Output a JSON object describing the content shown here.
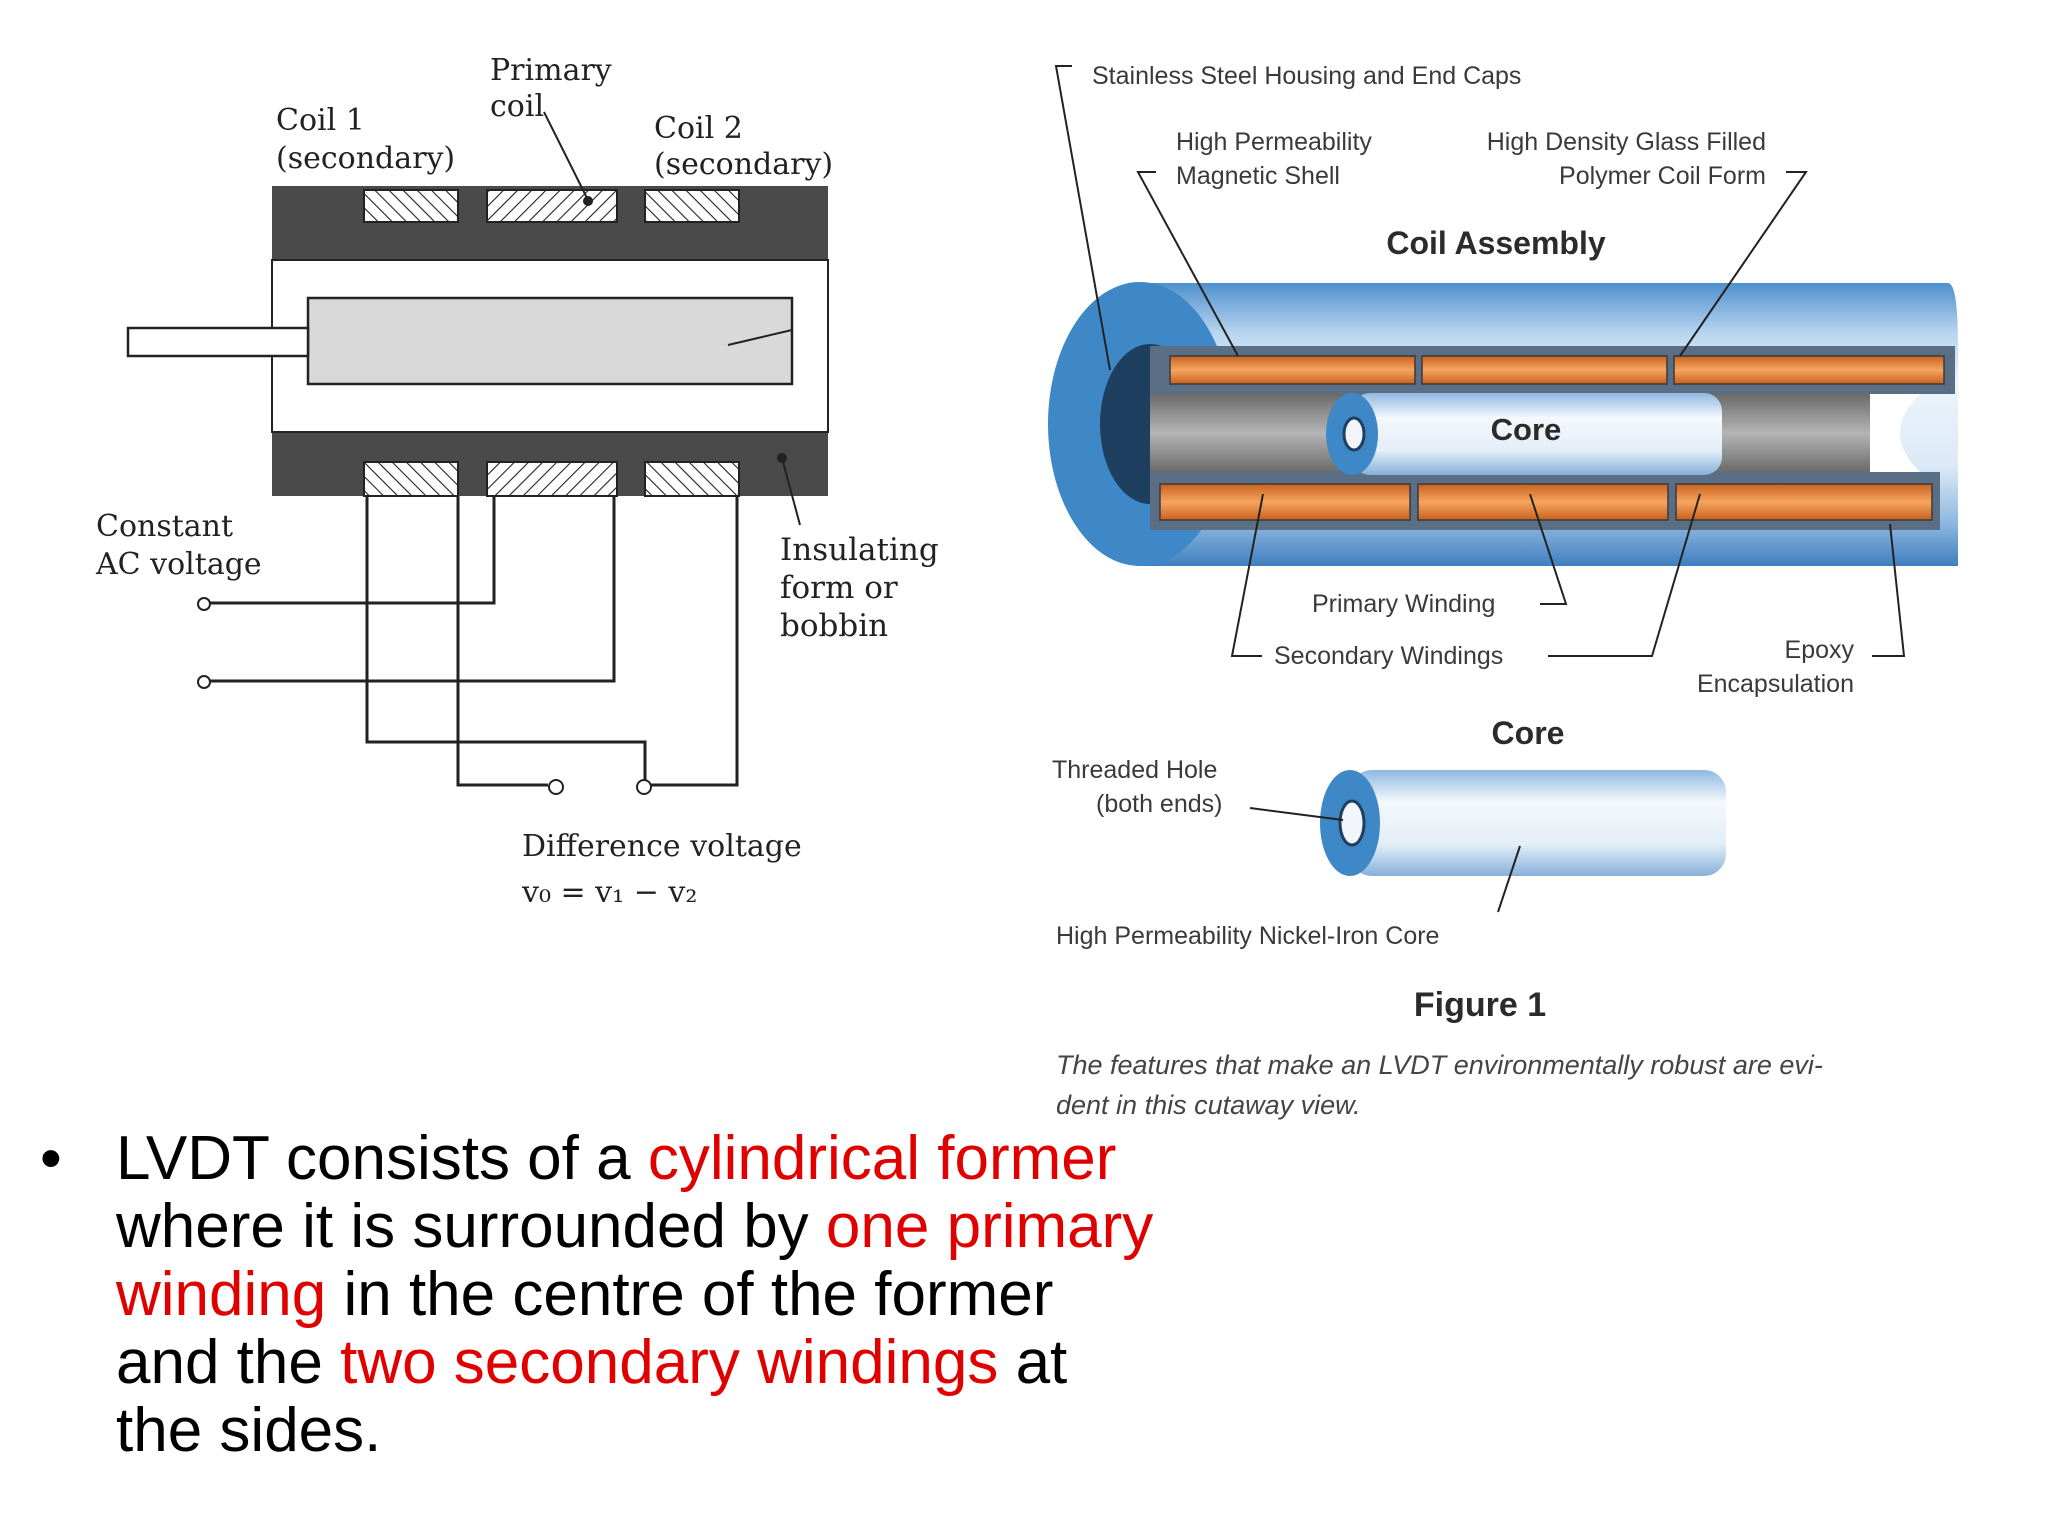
{
  "schematic": {
    "coil1_line1": "Coil 1",
    "coil1_line2": "(secondary)",
    "primary_line1": "Primary",
    "primary_line2": "coil",
    "coil2_line1": "Coil 2",
    "coil2_line2": "(secondary)",
    "constant_line1": "Constant",
    "constant_line2": "AC voltage",
    "insulating_line1": "Insulating",
    "insulating_line2": "form or",
    "insulating_line3": "bobbin",
    "difference_line1": "Difference voltage",
    "formula": "v₀ = v₁ − v₂"
  },
  "cutaway": {
    "housing_label": "Stainless Steel Housing and End Caps",
    "shell_line1": "High Permeability",
    "shell_line2": "Magnetic Shell",
    "coilform_line1": "High Density Glass Filled",
    "coilform_line2": "Polymer Coil Form",
    "assembly_title": "Coil Assembly",
    "core_label": "Core",
    "primary_winding": "Primary Winding",
    "secondary_windings": "Secondary Windings",
    "epoxy_line1": "Epoxy",
    "epoxy_line2": "Encapsulation",
    "core_title": "Core",
    "threaded_line1": "Threaded Hole",
    "threaded_line2": "(both ends)",
    "nickel_core": "High Permeability Nickel-Iron Core",
    "figure_title": "Figure 1",
    "caption_line1": "The features that make an LVDT environmentally robust are evi-",
    "caption_line2": "dent in this cutaway view."
  },
  "bullet": {
    "marker": "•",
    "t1": "LVDT consists of a ",
    "r1": "cylindrical former",
    "t2": " where it is surrounded by ",
    "r2": "one primary winding",
    "t3": " in the centre of the former and the ",
    "r3": "two secondary windings",
    "t4": " at the sides."
  },
  "colors": {
    "highlight": "#e00000",
    "housing_blue": "#3f88c8",
    "winding_orange": "#e8853c",
    "coil_body": "#4a4a4a"
  }
}
